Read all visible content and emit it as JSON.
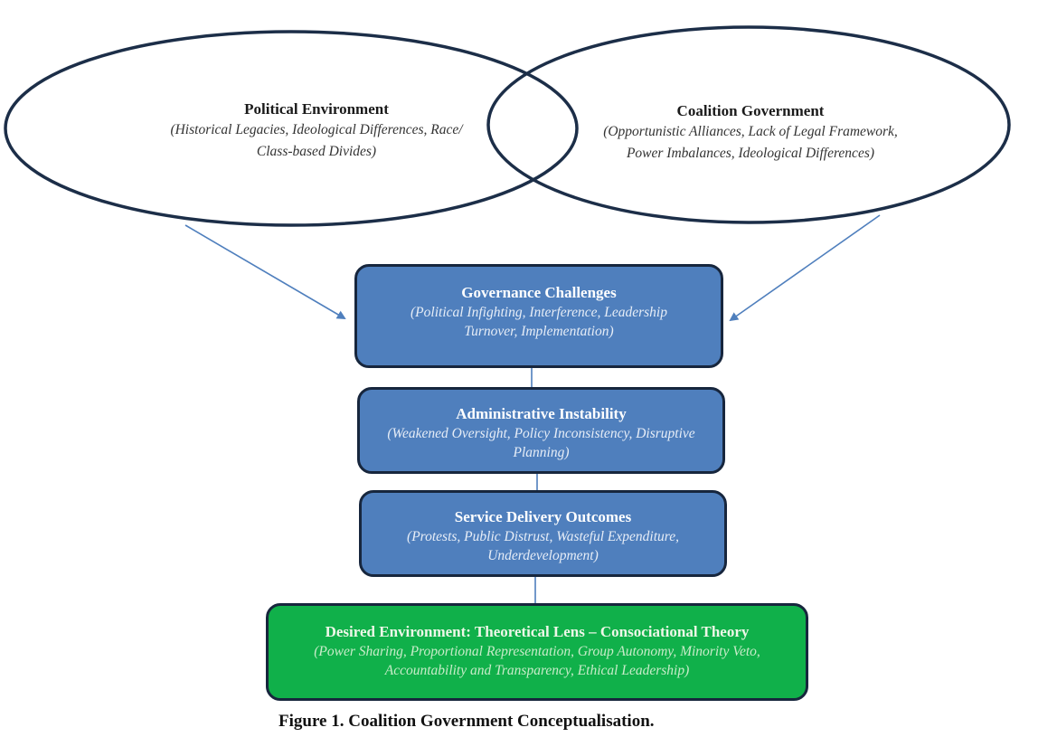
{
  "figure": {
    "caption": "Figure 1. Coalition Government Conceptualisation.",
    "colors": {
      "ellipse_stroke": "#1c2e48",
      "arrow": "#4f7fbd",
      "box_blue": "#4f7fbd",
      "box_green": "#10b04a",
      "box_border": "#17263d",
      "connector": "#4f7fbd"
    }
  },
  "ellipses": [
    {
      "title": "Political Environment",
      "subtitle_line1": "(Historical Legacies, Ideological Differences, Race/",
      "subtitle_line2": "Class-based Divides)"
    },
    {
      "title": "Coalition Government",
      "subtitle_line1": "(Opportunistic Alliances, Lack of Legal Framework,",
      "subtitle_line2": "Power Imbalances, Ideological Differences)"
    }
  ],
  "boxes": [
    {
      "title": "Governance Challenges",
      "subtitle_line1": "(Political Infighting, Interference, Leadership",
      "subtitle_line2": "Turnover, Implementation)"
    },
    {
      "title": "Administrative Instability",
      "subtitle_line1": "(Weakened Oversight, Policy Inconsistency, Disruptive",
      "subtitle_line2": "Planning)"
    },
    {
      "title": "Service Delivery Outcomes",
      "subtitle_line1": "(Protests, Public Distrust, Wasteful Expenditure,",
      "subtitle_line2": "Underdevelopment)"
    },
    {
      "title": "Desired Environment: Theoretical Lens – Consociational  Theory",
      "subtitle_line1": "(Power Sharing, Proportional Representation, Group Autonomy, Minority Veto,",
      "subtitle_line2": "Accountability and Transparency, Ethical Leadership)"
    }
  ],
  "edges": [
    {
      "from": "Political Environment",
      "to": "Governance Challenges",
      "type": "arrow"
    },
    {
      "from": "Coalition Government",
      "to": "Governance Challenges",
      "type": "arrow"
    },
    {
      "from": "Governance Challenges",
      "to": "Administrative Instability",
      "type": "line"
    },
    {
      "from": "Administrative Instability",
      "to": "Service Delivery Outcomes",
      "type": "line"
    },
    {
      "from": "Service Delivery Outcomes",
      "to": "Desired Environment",
      "type": "line"
    }
  ]
}
